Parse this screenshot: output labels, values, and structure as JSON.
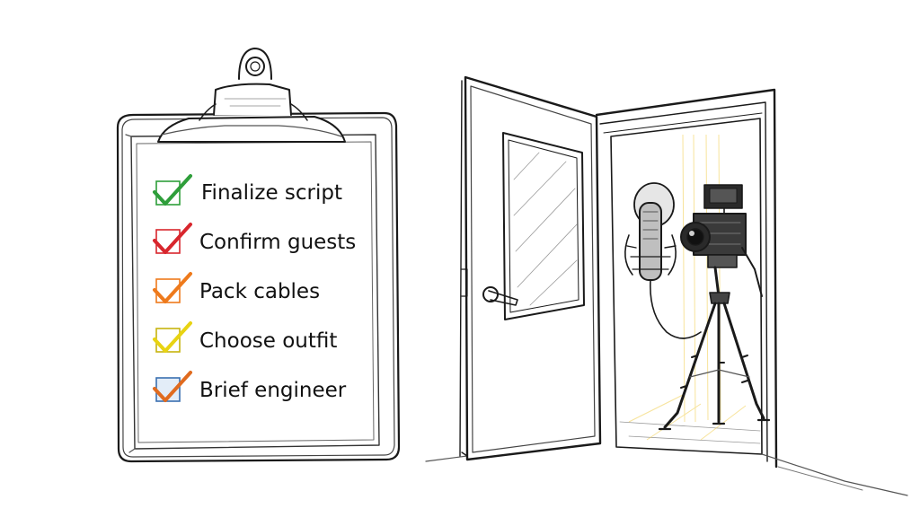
{
  "checklist": {
    "items": [
      {
        "label": "Finalize script",
        "check_color": "#2e9e3a"
      },
      {
        "label": "Confirm guests",
        "check_color": "#d8262d"
      },
      {
        "label": "Pack cables",
        "check_color": "#ee7a1c"
      },
      {
        "label": "Choose outfit",
        "check_color": "#e8d312"
      },
      {
        "label": "Brief engineer",
        "check_color": "#e06b1f"
      }
    ]
  },
  "colors": {
    "ink": "#1a1a1a",
    "pencil_light": "#8a8a8a",
    "paper": "#ffffff",
    "light_glow": "#f2cd4a",
    "checkbox_blue": "#3a6fb0"
  },
  "icons": {
    "clipboard": "clipboard-icon",
    "door": "door-icon",
    "microphone": "microphone-icon",
    "camera": "video-camera-icon",
    "tripod": "tripod-icon"
  }
}
